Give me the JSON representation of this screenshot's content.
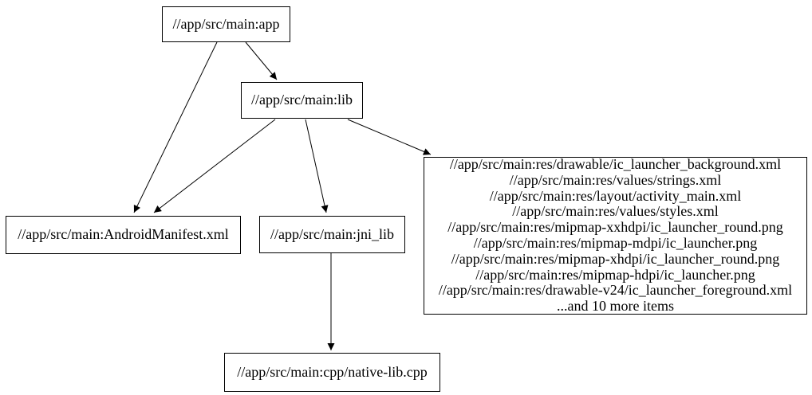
{
  "diagram": {
    "type": "dependency-graph",
    "background_color": "#ffffff",
    "node_border_color": "#000000",
    "edge_color": "#000000",
    "nodes": {
      "app": {
        "label": "//app/src/main:app"
      },
      "lib": {
        "label": "//app/src/main:lib"
      },
      "android_manifest": {
        "label": "//app/src/main:AndroidManifest.xml"
      },
      "jni_lib": {
        "label": "//app/src/main:jni_lib"
      },
      "native_lib_cpp": {
        "label": "//app/src/main:cpp/native-lib.cpp"
      },
      "res_group": {
        "lines": [
          "//app/src/main:res/drawable/ic_launcher_background.xml",
          "//app/src/main:res/values/strings.xml",
          "//app/src/main:res/layout/activity_main.xml",
          "//app/src/main:res/values/styles.xml",
          "//app/src/main:res/mipmap-xxhdpi/ic_launcher_round.png",
          "//app/src/main:res/mipmap-mdpi/ic_launcher.png",
          "//app/src/main:res/mipmap-xhdpi/ic_launcher_round.png",
          "//app/src/main:res/mipmap-hdpi/ic_launcher.png",
          "//app/src/main:res/drawable-v24/ic_launcher_foreground.xml",
          "...and 10 more items"
        ]
      }
    },
    "edges": [
      {
        "from": "//app/src/main:app",
        "to": "//app/src/main:AndroidManifest.xml"
      },
      {
        "from": "//app/src/main:app",
        "to": "//app/src/main:lib"
      },
      {
        "from": "//app/src/main:lib",
        "to": "//app/src/main:AndroidManifest.xml"
      },
      {
        "from": "//app/src/main:lib",
        "to": "//app/src/main:jni_lib"
      },
      {
        "from": "//app/src/main:lib",
        "to": "res_group"
      },
      {
        "from": "//app/src/main:jni_lib",
        "to": "//app/src/main:cpp/native-lib.cpp"
      }
    ]
  }
}
